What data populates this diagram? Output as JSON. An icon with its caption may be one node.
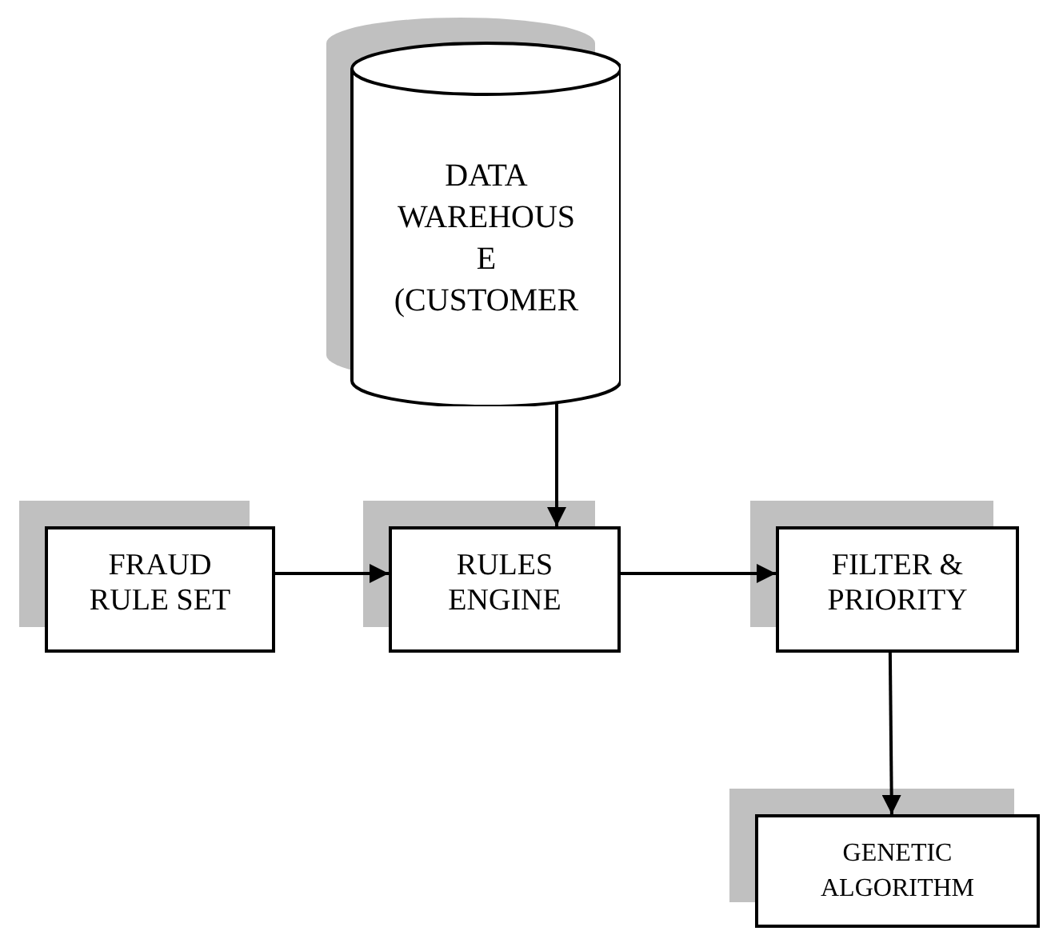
{
  "diagram": {
    "nodes": [
      {
        "text": [
          "DATA WAREHOUS E (CUSTOMER"
        ]
      },
      {
        "text": [
          "FRAUD RULE SET"
        ]
      },
      {
        "text": [
          "RULES ENGINE"
        ]
      },
      {
        "text": [
          "FILTER & PRIORITY"
        ]
      },
      {
        "text": [
          "GENETIC ALGORITHM"
        ]
      }
    ],
    "edges": [
      {
        "from": 0,
        "to": 2,
        "arrow": "to"
      },
      {
        "from": 1,
        "to": 2,
        "arrow": "to"
      },
      {
        "from": 2,
        "to": 3,
        "arrow": "to"
      },
      {
        "from": 3,
        "to": 4,
        "arrow": "to"
      }
    ]
  }
}
